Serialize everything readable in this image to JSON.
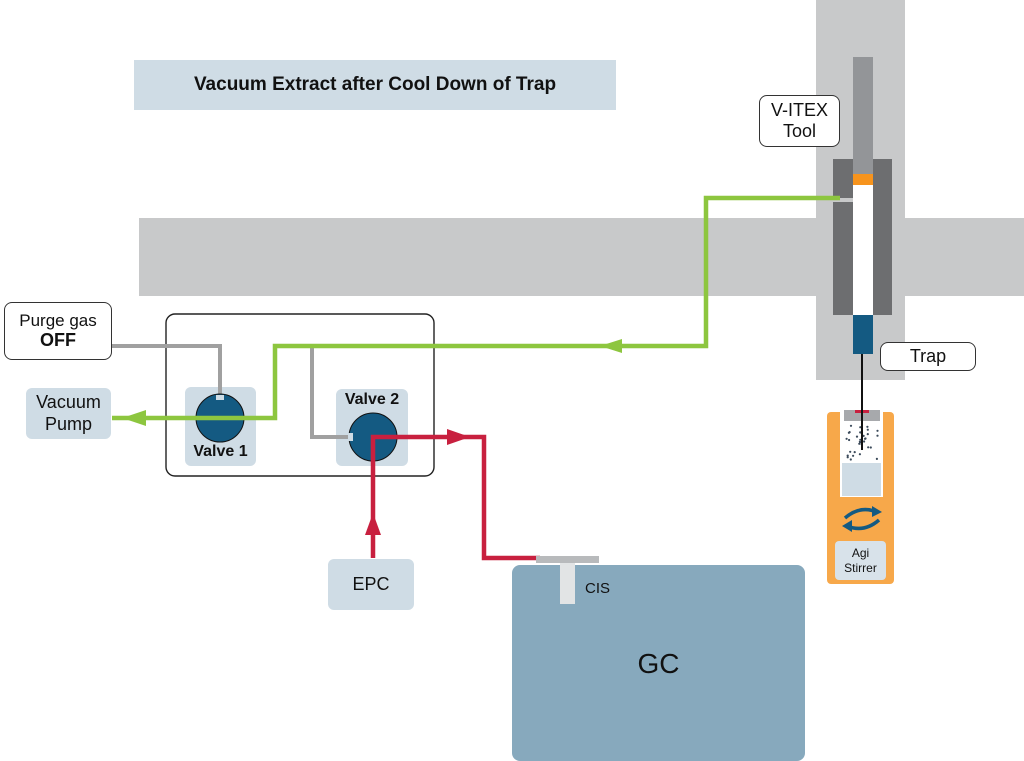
{
  "title": "Vacuum Extract after Cool Down of Trap",
  "labels": {
    "vitex_tool_line1": "V-ITEX",
    "vitex_tool_line2": "Tool",
    "trap": "Trap",
    "purge_gas_line1": "Purge gas",
    "purge_gas_state": "OFF",
    "vacuum_pump_line1": "Vacuum",
    "vacuum_pump_line2": "Pump",
    "valve1": "Valve 1",
    "valve2": "Valve 2",
    "epc": "EPC",
    "cis": "CIS",
    "gc": "GC",
    "stirrer_line1": "Agi",
    "stirrer_line2": "Stirrer"
  },
  "flows": {
    "vacuum_path_color": "#8dc63f",
    "carrier_gas_path_color": "#c8203f",
    "purge_line_color": "#a0a0a0"
  },
  "colors": {
    "valve": "#145a82",
    "gc_body": "#87a9bd",
    "trap": "#145a82",
    "heater_orange": "#f7941d",
    "stirrer_housing": "#f7a84a"
  }
}
